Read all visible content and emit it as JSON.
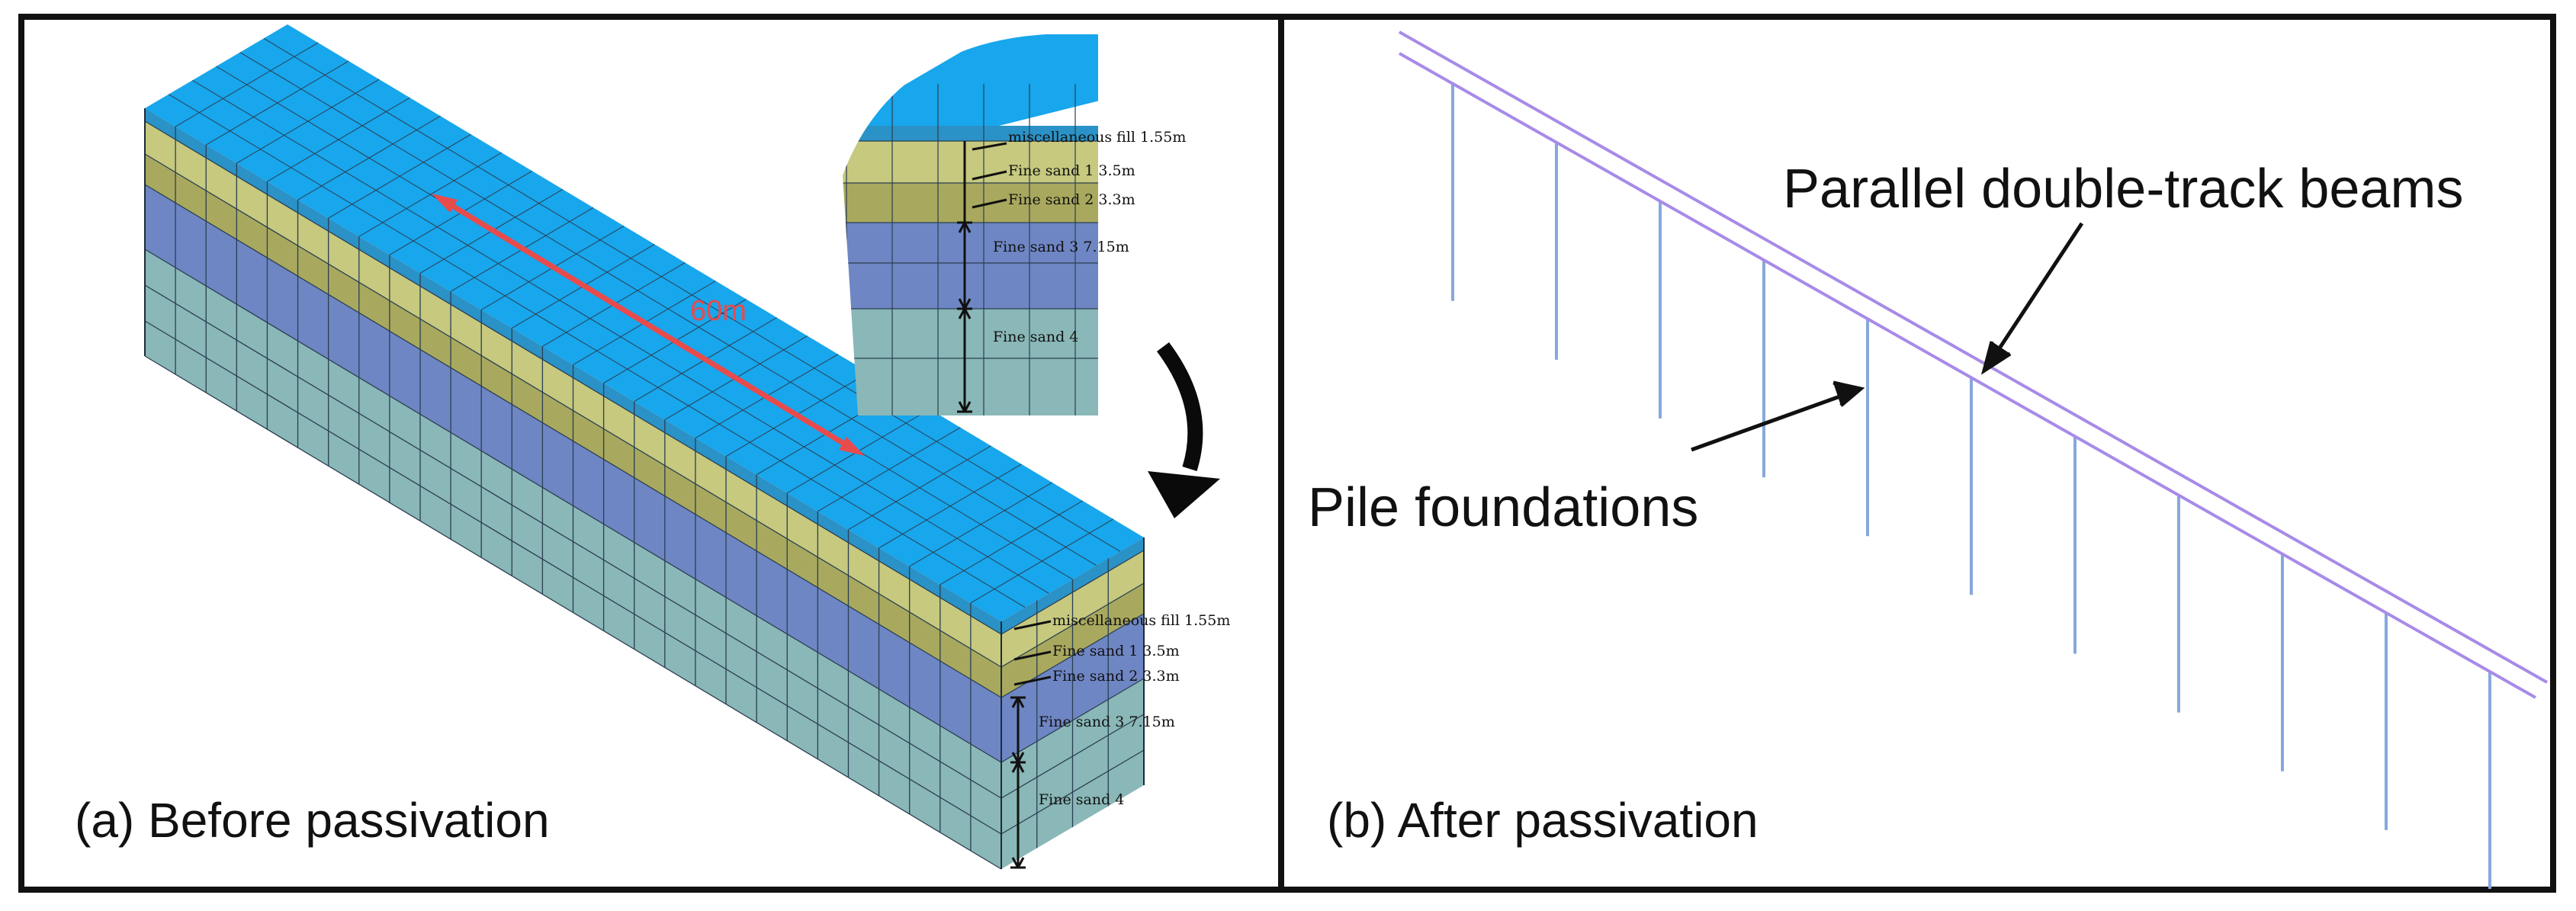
{
  "panels": {
    "a": {
      "caption": "(a)  Before passivation",
      "dimension_label": "60m",
      "layers": [
        {
          "label": "miscellaneous fill 1.55m",
          "color": "#2a92c6"
        },
        {
          "label": "Fine sand 1  3.5m",
          "color": "#c6c97e"
        },
        {
          "label": "Fine sand 2  3.3m",
          "color": "#a8a95e"
        },
        {
          "label": "Fine sand 3  7.15m",
          "color": "#6f86c4"
        },
        {
          "label": "Fine sand 4",
          "color": "#8ab7b7"
        }
      ],
      "colors": {
        "top": "#18a6ec",
        "mesh": "#2b3f52",
        "dimension": "#e84b4b"
      }
    },
    "b": {
      "caption": "(b)  After passivation",
      "callouts": {
        "beams": "Parallel double-track beams",
        "piles": "Pile foundations"
      },
      "pile_count": 11,
      "colors": {
        "beam": "#a78be8",
        "pile": "#86a9dc"
      }
    }
  }
}
